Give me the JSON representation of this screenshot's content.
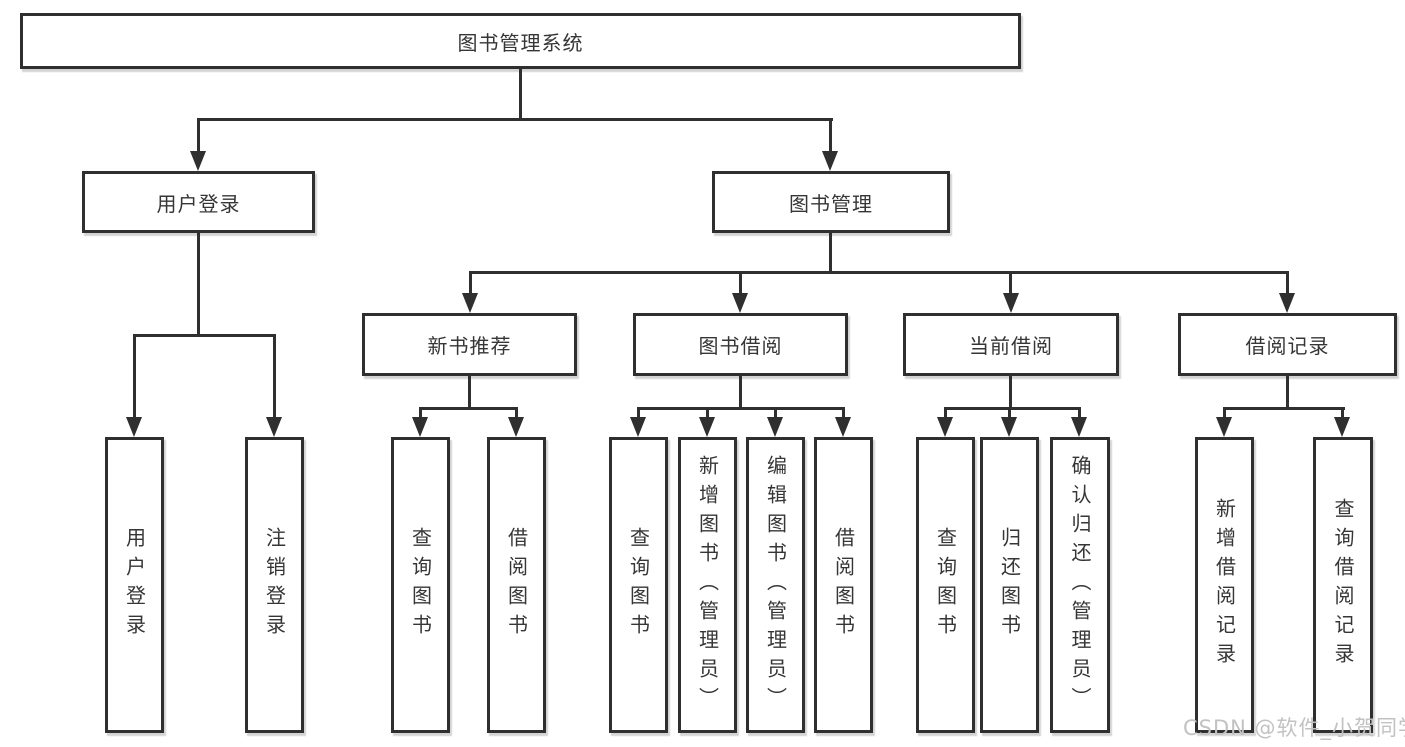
{
  "nodes": {
    "root": {
      "label": "图书管理系统"
    },
    "level2": [
      {
        "label": "用户登录"
      },
      {
        "label": "图书管理"
      }
    ],
    "level3": [
      {
        "label": "新书推荐"
      },
      {
        "label": "图书借阅"
      },
      {
        "label": "当前借阅"
      },
      {
        "label": "借阅记录"
      }
    ],
    "leaves": {
      "user_login": [
        {
          "label": "用户登录"
        },
        {
          "label": "注销登录"
        }
      ],
      "new_book": [
        {
          "label": "查询图书"
        },
        {
          "label": "借阅图书"
        }
      ],
      "book_borrow": [
        {
          "label": "查询图书"
        },
        {
          "label": "新增图书（管理员）"
        },
        {
          "label": "编辑图书（管理员）"
        },
        {
          "label": "借阅图书"
        }
      ],
      "current_borrow": [
        {
          "label": "查询图书"
        },
        {
          "label": "归还图书"
        },
        {
          "label": "确认归还（管理员）"
        }
      ],
      "borrow_record": [
        {
          "label": "新增借阅记录"
        },
        {
          "label": "查询借阅记录"
        }
      ]
    }
  },
  "watermark": {
    "text": "CSDN @软件_小贺同学"
  },
  "colors": {
    "line": "#2f2f2f",
    "text": "#363636",
    "watermark": "#c2c2c2",
    "background": "#ffffff"
  }
}
